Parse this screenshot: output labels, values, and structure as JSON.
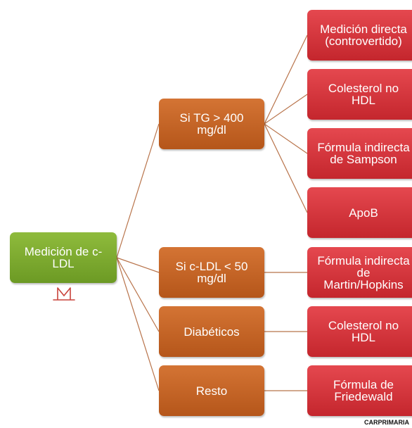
{
  "root": {
    "label": "Medición de c-\nLDL"
  },
  "branches": [
    {
      "label": "Si TG > 400\nmg/dl",
      "children": [
        "Medición directa\n(controvertido)",
        "Colesterol no\nHDL",
        "Fórmula indirecta\nde Sampson",
        "ApoB"
      ]
    },
    {
      "label": "Si c-LDL < 50\nmg/dl",
      "children": [
        "Fórmula indirecta\nde\nMartin/Hopkins"
      ]
    },
    {
      "label": "Diabéticos",
      "children": [
        "Colesterol no\nHDL"
      ]
    },
    {
      "label": "Resto",
      "children": [
        "Fórmula de\nFriedewald"
      ]
    }
  ],
  "logo_icon": "m-monogram-logo",
  "footer": "CARPRIMARIA",
  "colors": {
    "root": "#7aa82e",
    "branch": "#c5642a",
    "leaf": "#d8363d",
    "connector": "#b8734a"
  }
}
